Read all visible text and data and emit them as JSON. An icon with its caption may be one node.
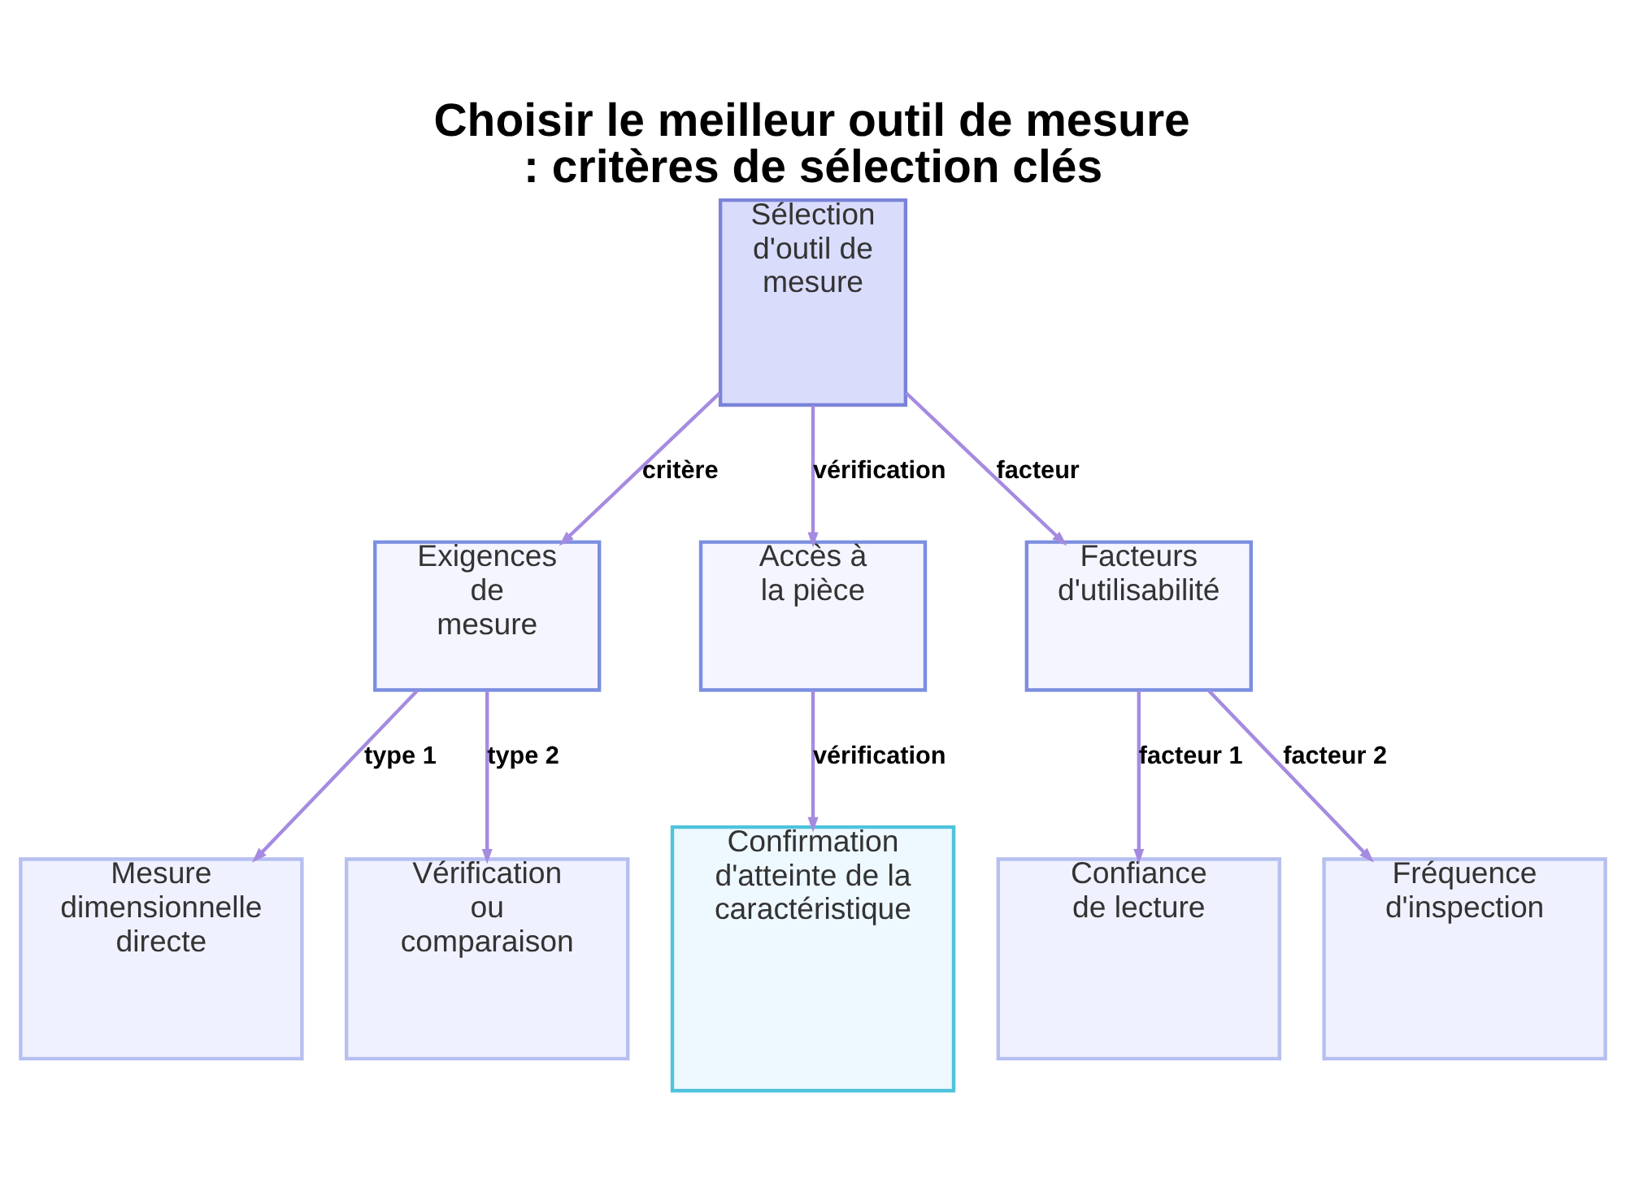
{
  "diagram": {
    "title": "Choisir le meilleur outil de mesure : critères de sélection clés",
    "nodes": [
      {
        "text": [
          "Sélection d'outil de mesure"
        ]
      },
      {
        "text": [
          "Exigences de mesure"
        ]
      },
      {
        "text": [
          "Accès à la pièce"
        ]
      },
      {
        "text": [
          "Facteurs d'utilisabilité"
        ]
      },
      {
        "text": [
          "Mesure dimensionnelle directe"
        ]
      },
      {
        "text": [
          "Vérification ou comparaison"
        ]
      },
      {
        "text": [
          "Confirmation d'atteinte de la caractéristique"
        ]
      },
      {
        "text": [
          "Confiance de lecture"
        ]
      },
      {
        "text": [
          "Fréquence d'inspection"
        ]
      }
    ],
    "edges": [
      {
        "from": 0,
        "to": 1,
        "arrow": "to",
        "label": "critère"
      },
      {
        "from": 0,
        "to": 2,
        "arrow": "to",
        "label": "vérification"
      },
      {
        "from": 0,
        "to": 3,
        "arrow": "to",
        "label": "facteur"
      },
      {
        "from": 1,
        "to": 4,
        "arrow": "to",
        "label": "type 1"
      },
      {
        "from": 1,
        "to": 5,
        "arrow": "to",
        "label": "type 2"
      },
      {
        "from": 2,
        "to": 6,
        "arrow": "to",
        "label": "vérification"
      },
      {
        "from": 3,
        "to": 7,
        "arrow": "to",
        "label": "facteur 1"
      },
      {
        "from": 3,
        "to": 8,
        "arrow": "to",
        "label": "facteur 2"
      }
    ]
  }
}
